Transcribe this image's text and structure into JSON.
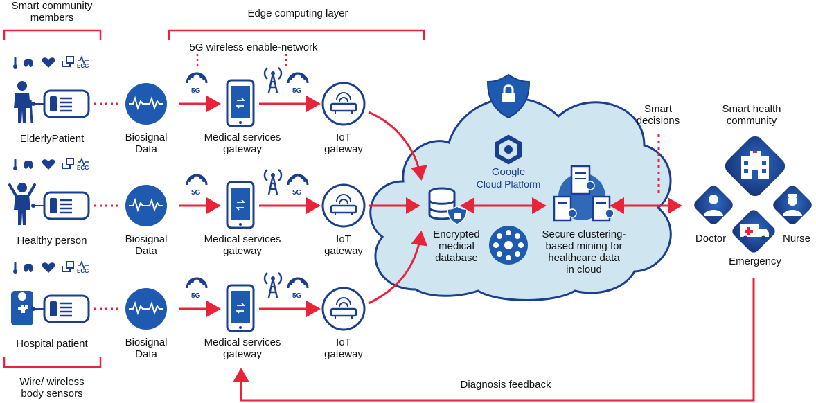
{
  "labels": {
    "smart_community_members": [
      "Smart community",
      "members"
    ],
    "edge_computing_layer": "Edge computing layer",
    "wireless_network": "5G wireless enable-network",
    "wire_wireless_sensors": [
      "Wire/ wireless",
      "body sensors"
    ],
    "diagnosis_feedback": "Diagnosis feedback",
    "smart_decisions": [
      "Smart",
      "decisions"
    ],
    "smart_health_community": [
      "Smart health",
      "community"
    ],
    "encrypted_db": [
      "Encrypted",
      "medical",
      "database"
    ],
    "secure_mining": [
      "Secure clustering-",
      "based mining for",
      "healthcare data",
      "in cloud"
    ],
    "google": "Google",
    "cloud_platform": "Cloud Platform",
    "doctor": "Doctor",
    "nurse": "Nurse",
    "emergency": "Emergency",
    "five_g": "5G",
    "ecg": "ECG"
  },
  "rows": [
    {
      "patient": "ElderlyPatient",
      "biosignal": [
        "Biosignal",
        "Data"
      ],
      "gateway": [
        "Medical services",
        "gateway"
      ],
      "iot": [
        "IoT",
        "gateway"
      ]
    },
    {
      "patient": "Healthy person",
      "biosignal": [
        "Biosignal",
        "Data"
      ],
      "gateway": [
        "Medical services",
        "gateway"
      ],
      "iot": [
        "IoT",
        "gateway"
      ]
    },
    {
      "patient": "Hospital patient",
      "biosignal": [
        "Biosignal",
        "Data"
      ],
      "gateway": [
        "Medical services",
        "gateway"
      ],
      "iot": [
        "IoT",
        "gateway"
      ]
    }
  ],
  "colors": {
    "navy": "#1b3f8f",
    "red": "#e8233a",
    "cloud": "#cfe6f0",
    "blue": "#1e5bb0"
  }
}
